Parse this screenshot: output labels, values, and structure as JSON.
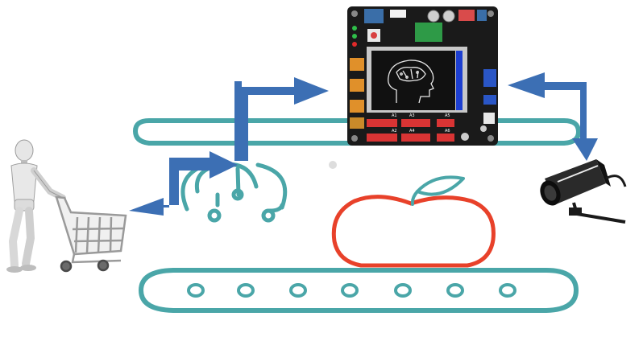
{
  "scene": {
    "colors": {
      "belt": "#4aa6a8",
      "apple": "#e8412a",
      "leaf": "#4aa6a8",
      "arrow": "#3c6fb4",
      "board": "#1a1a1a",
      "screen_bg": "#111111",
      "screen_frame": "#c8c8c8",
      "camera": "#222222"
    },
    "board": {
      "pin_labels": [
        "A1",
        "A3",
        "A5",
        "A2",
        "A4",
        "A6"
      ],
      "screen_icon": "brain-head-icon"
    },
    "elements": {
      "robot": "robot-icon",
      "cart": "shopping-cart-icon",
      "camera": "security-camera-icon",
      "apple": "apple-icon",
      "sensor": "sensor-arc-icon"
    }
  }
}
